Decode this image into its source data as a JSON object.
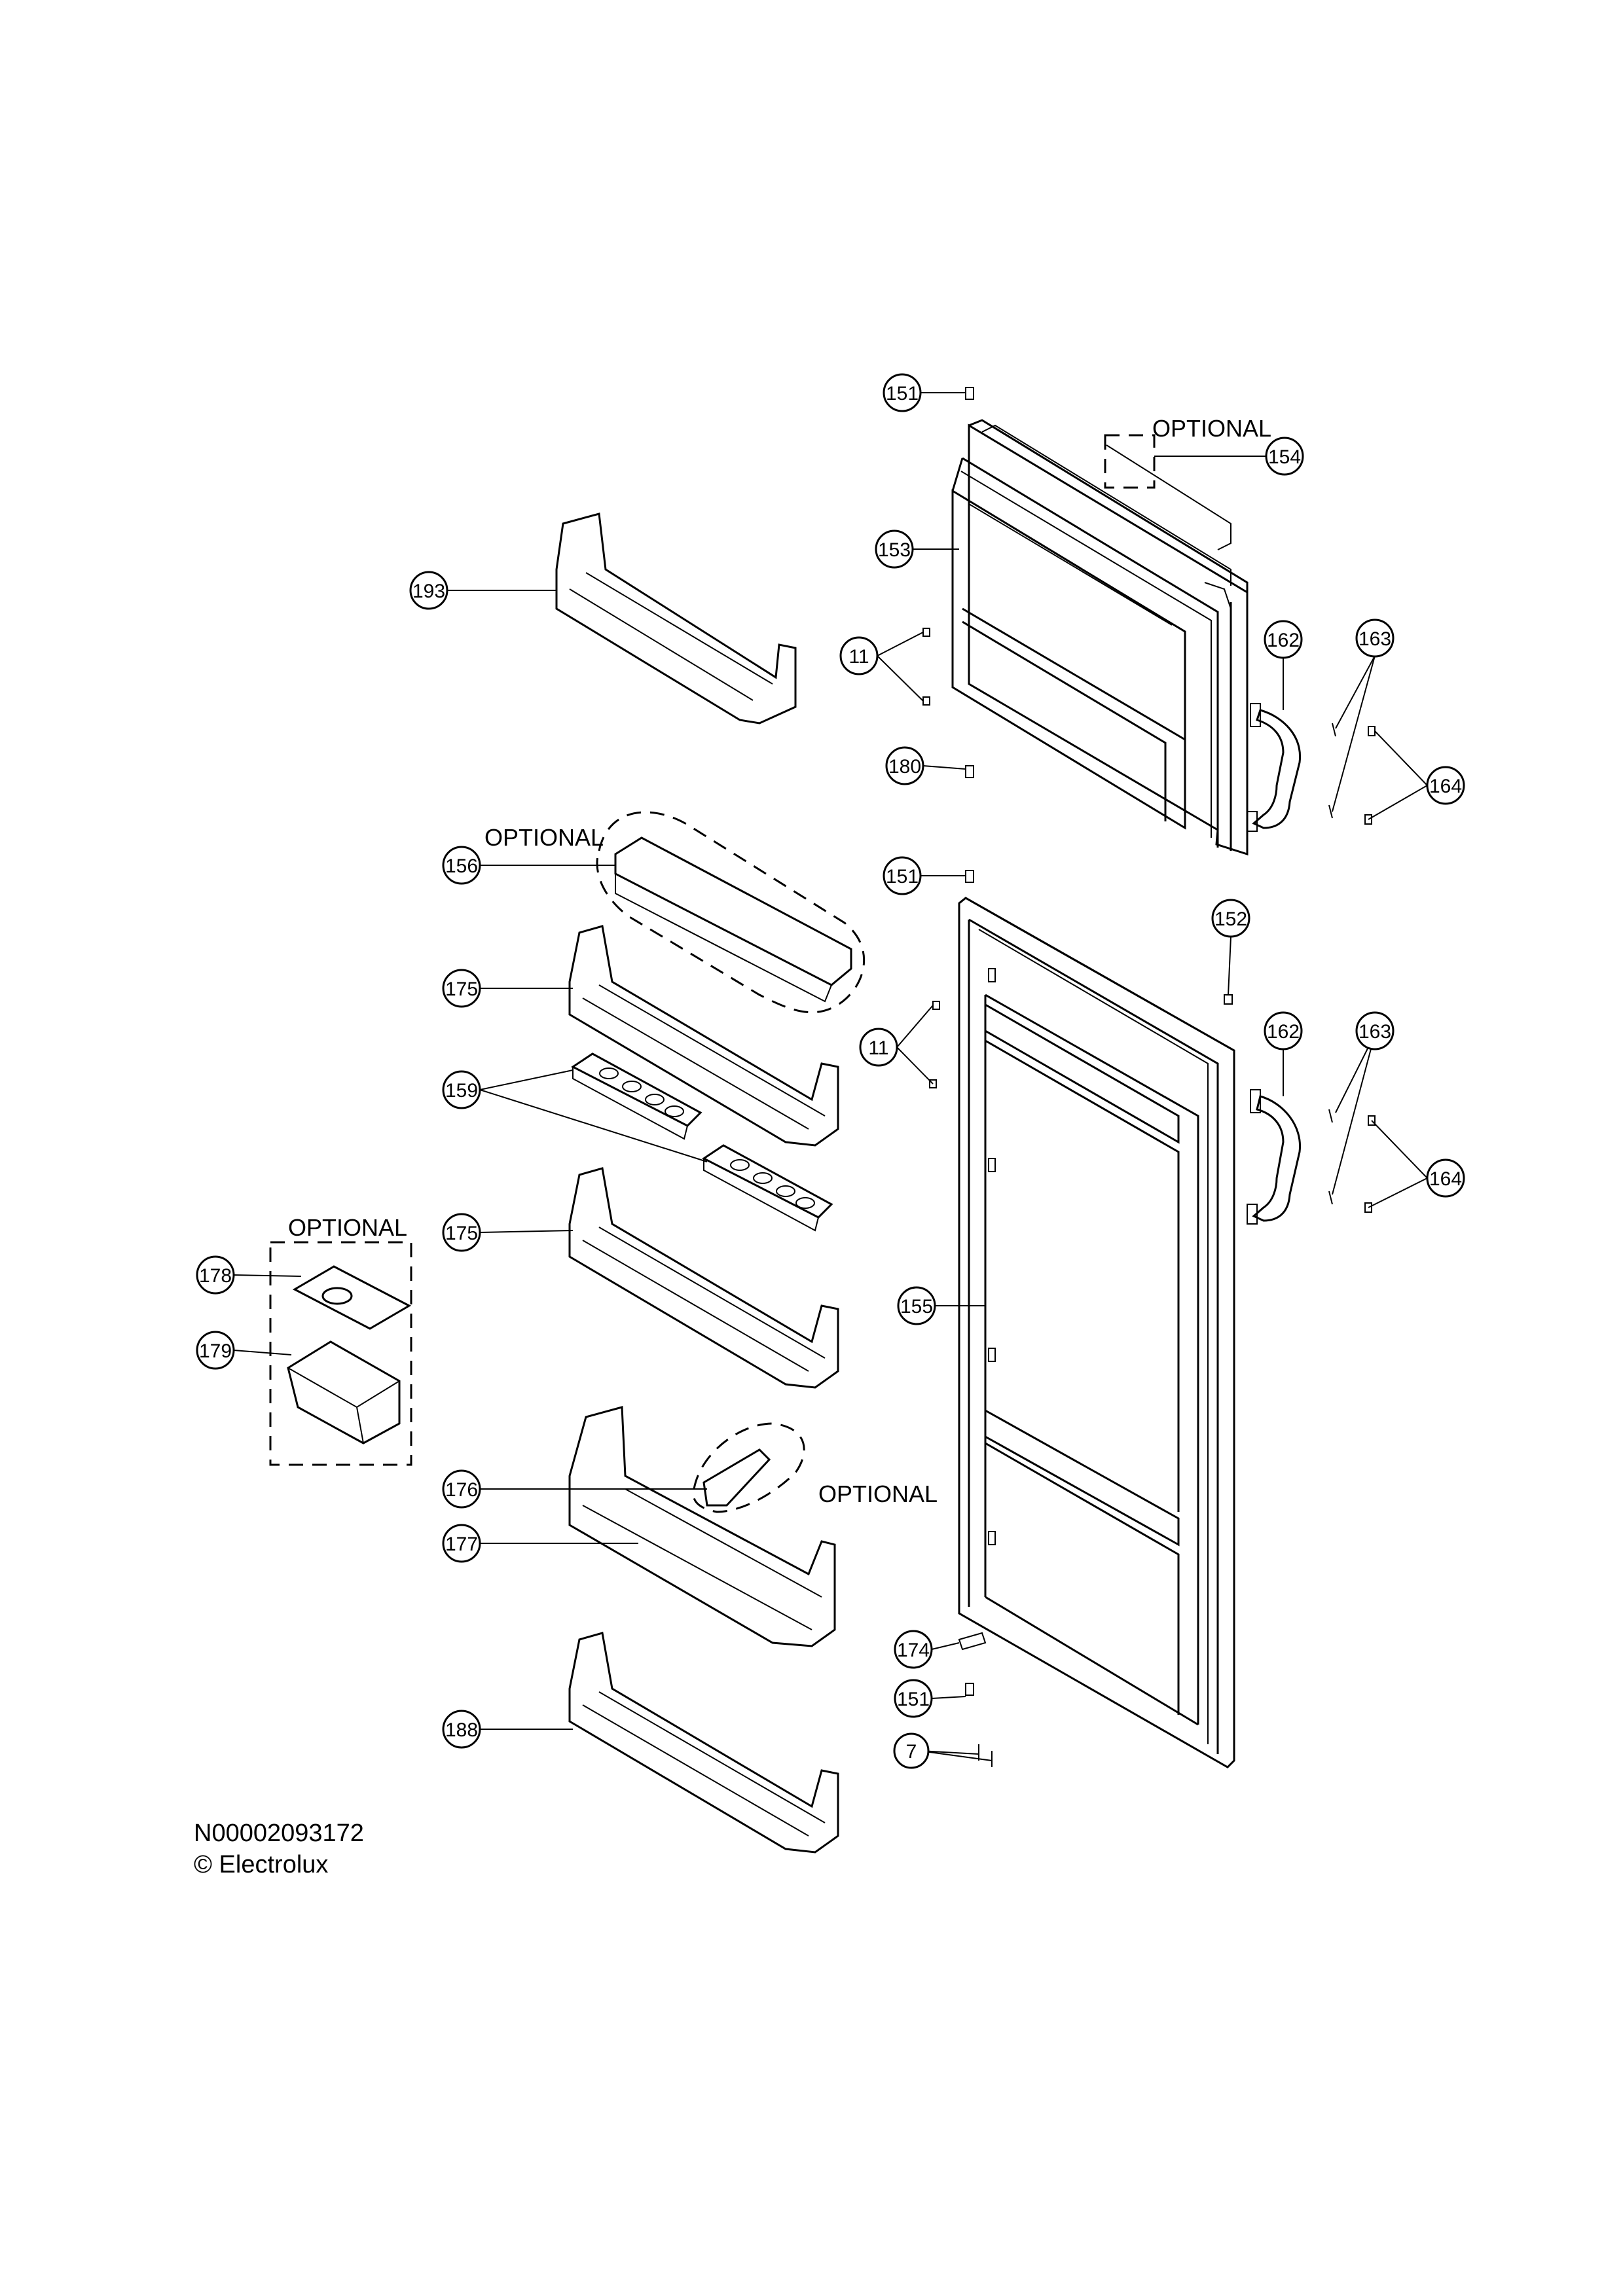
{
  "callouts": {
    "c151a": "151",
    "c154": "154",
    "c153": "153",
    "c193": "193",
    "c11a": "11",
    "c162a": "162",
    "c163a": "163",
    "c180": "180",
    "c164a": "164",
    "c156": "156",
    "c151b": "151",
    "c152": "152",
    "c175a": "175",
    "c11b": "11",
    "c162b": "162",
    "c163b": "163",
    "c159": "159",
    "c164b": "164",
    "c175b": "175",
    "c178": "178",
    "c155": "155",
    "c179": "179",
    "c176": "176",
    "c177": "177",
    "c174": "174",
    "c151c": "151",
    "c188": "188",
    "c7": "7"
  },
  "optional_labels": {
    "top": "OPTIONAL",
    "crisper_cover": "OPTIONAL",
    "ice_tray": "OPTIONAL",
    "egg_holder_clip": "OPTIONAL"
  },
  "footer": {
    "code": "N00002093172",
    "copyright": "© Electrolux"
  }
}
